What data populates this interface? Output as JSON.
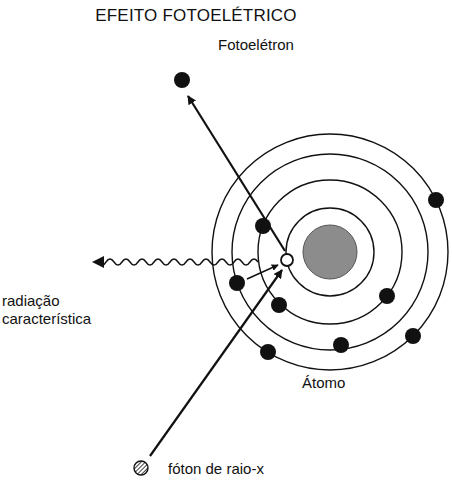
{
  "diagram": {
    "title": "EFEITO FOTOELÉTRICO",
    "labels": [
      "Fotoelétron",
      "radiação característica",
      "Átomo",
      "fóton de raio-x"
    ]
  }
}
